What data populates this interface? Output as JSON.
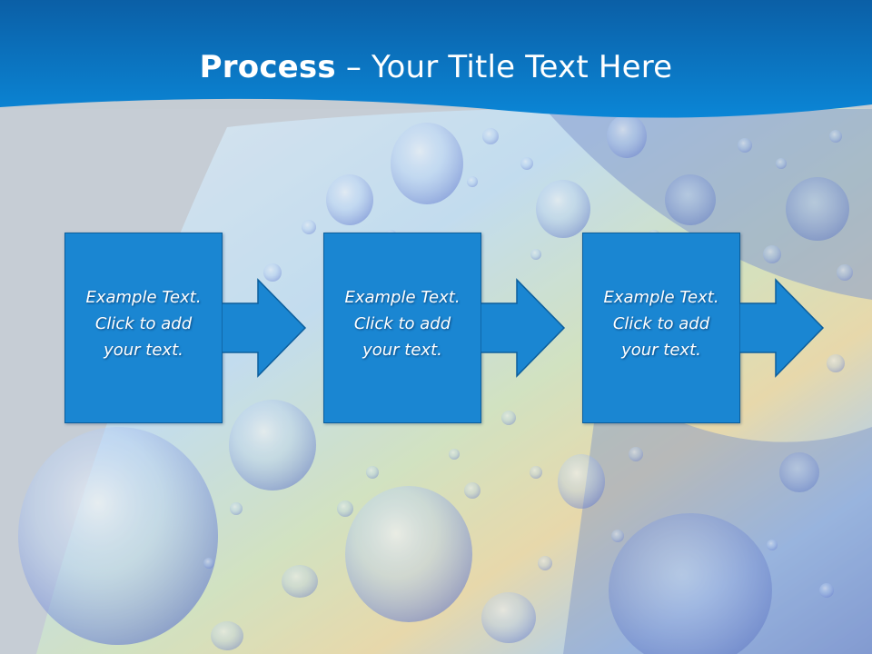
{
  "slide": {
    "title_bold": "Process",
    "title_dash": " – ",
    "title_rest": "Your Title Text Here"
  },
  "steps": [
    {
      "lines": [
        "Example Text.",
        "Click  to add",
        "your text."
      ]
    },
    {
      "lines": [
        "Example Text.",
        "Click  to add",
        "your text."
      ]
    },
    {
      "lines": [
        "Example Text.",
        "Click  to add",
        "your text."
      ]
    }
  ],
  "colors": {
    "header_blue": "#0a73c4",
    "box_blue": "#1a86d2",
    "text": "#ffffff"
  }
}
